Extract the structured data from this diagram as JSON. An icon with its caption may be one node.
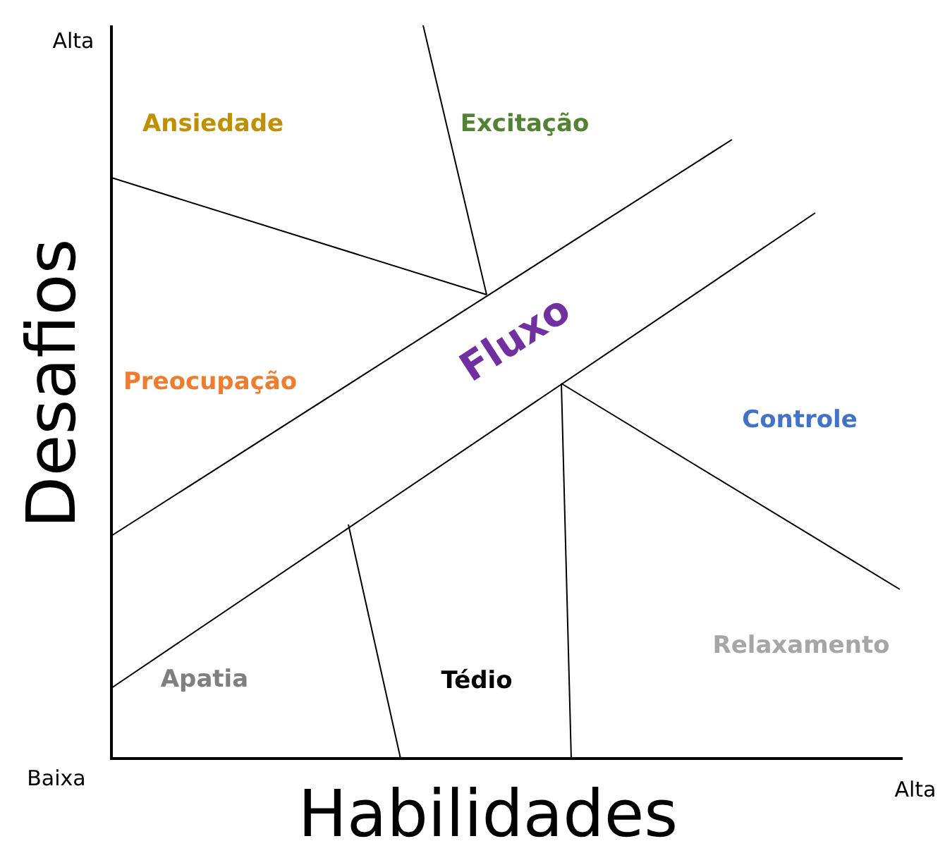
{
  "diagram": {
    "labels": [
      "Alta",
      "Ansiedade",
      "Excitação",
      "Preocupação",
      "Fluxo",
      "Controle",
      "Apatia",
      "Tédio",
      "Relaxamento",
      "Baixa",
      "Alta",
      "Desafios",
      "Habilidades"
    ]
  }
}
